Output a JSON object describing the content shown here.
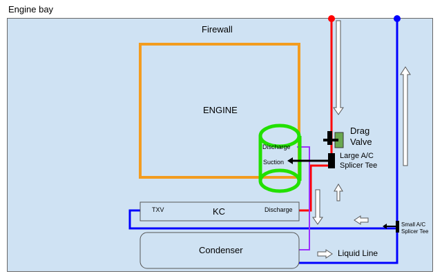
{
  "title": "Engine bay",
  "labels": {
    "firewall": "Firewall",
    "engine": "ENGINE",
    "drag_valve_line1": "Drag",
    "drag_valve_line2": "Valve",
    "large_tee_line1": "Large A/C",
    "large_tee_line2": "Splicer Tee",
    "compressor_discharge": "Discharge",
    "compressor_suction": "Suction",
    "kc_txv": "TXV",
    "kc": "KC",
    "kc_discharge": "Discharge",
    "small_tee_line1": "Small A/C",
    "small_tee_line2": "Splicer Tee",
    "condenser": "Condenser",
    "liquid_line": "Liquid Line"
  },
  "colors": {
    "bay": "#cfe2f3",
    "engine_outline": "#f39c1f",
    "compressor": "#22e000",
    "red_line": "#ff0000",
    "blue_line": "#0000ff",
    "purple_line": "#9b30ff",
    "valve": "#6aa84f"
  },
  "icons": [
    "flow-arrow-icon"
  ]
}
